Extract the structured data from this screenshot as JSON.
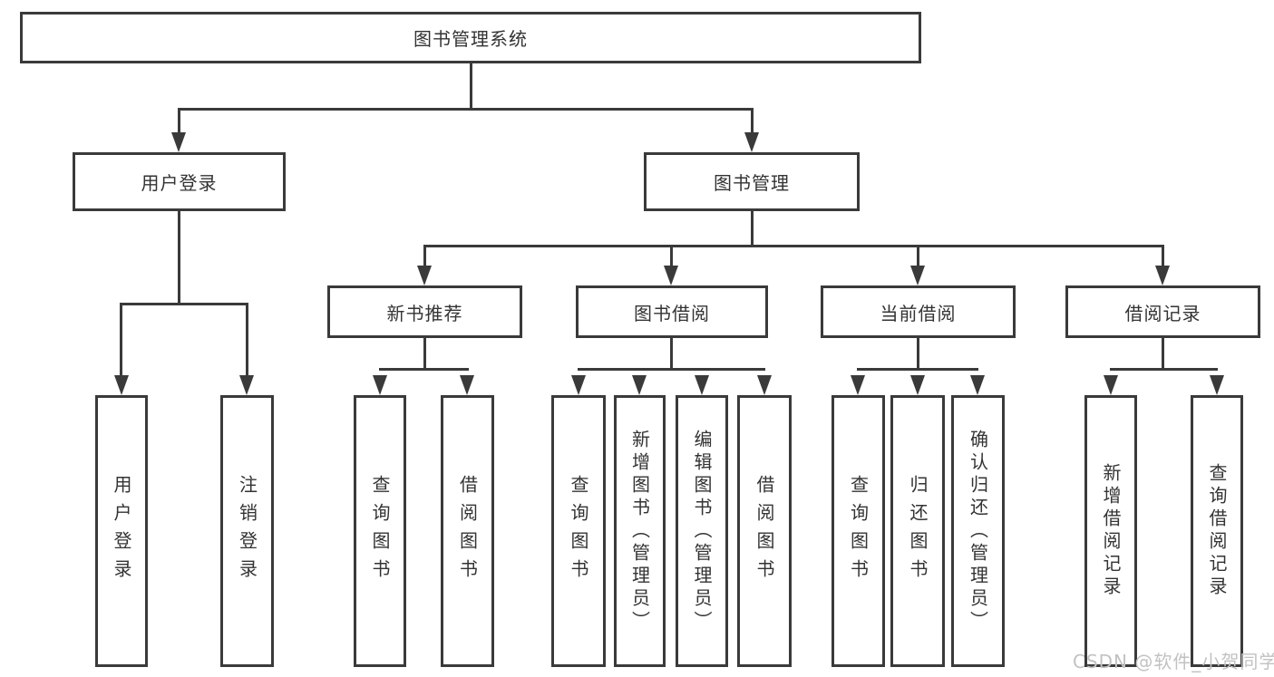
{
  "diagram": {
    "root": "图书管理系统",
    "level1": {
      "user_login": "用户登录",
      "book_management": "图书管理"
    },
    "level2": {
      "new_book_recommend": "新书推荐",
      "book_borrowing": "图书借阅",
      "current_borrowing": "当前借阅",
      "borrowing_records": "借阅记录"
    },
    "leaves": {
      "user_login": "用户登录",
      "logout": "注销登录",
      "newbook_query_books": "查询图书",
      "newbook_borrow_books": "借阅图书",
      "borrow_query_books": "查询图书",
      "borrow_add_books_admin": "新增图书（管理员）",
      "borrow_edit_books_admin": "编辑图书（管理员）",
      "borrow_borrow_books": "借阅图书",
      "current_query_books": "查询图书",
      "current_return_books": "归还图书",
      "current_confirm_return_admin": "确认归还（管理员）",
      "records_add_record": "新增借阅记录",
      "records_query_record": "查询借阅记录"
    }
  },
  "watermark": "CSDN @软件_小贺同学",
  "colors": {
    "line": "#3a3a3a",
    "text": "#333333",
    "watermark": "#c2c2c2",
    "background": "#ffffff"
  }
}
